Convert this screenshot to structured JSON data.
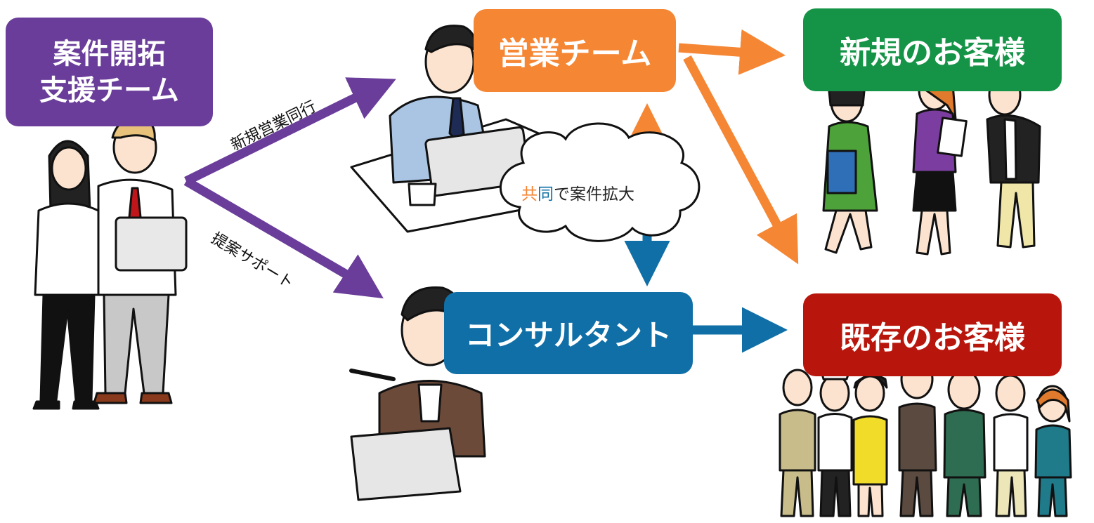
{
  "nodes": {
    "support_team": {
      "line1": "案件開拓",
      "line2": "支援チーム",
      "color": "#6a3d9a"
    },
    "sales_team": {
      "label": "営業チーム",
      "color": "#f58634"
    },
    "consultant": {
      "label": "コンサルタント",
      "color": "#0f6fa6"
    },
    "new_customers": {
      "label": "新規のお客様",
      "color": "#159447"
    },
    "existing_customers": {
      "label": "既存のお客様",
      "color": "#b8160c"
    }
  },
  "edges": {
    "new_sales_accompany": "新規営業同行",
    "proposal_support": "提案サポート"
  },
  "cloud": {
    "part1": "共",
    "part2": "同",
    "part3": "で案件拡大",
    "part1_color": "#f58634",
    "part2_color": "#0f6fa6"
  },
  "colors": {
    "purple_arrow": "#6a3d9a",
    "orange_arrow": "#f58634",
    "blue_arrow": "#0f6fa6"
  }
}
